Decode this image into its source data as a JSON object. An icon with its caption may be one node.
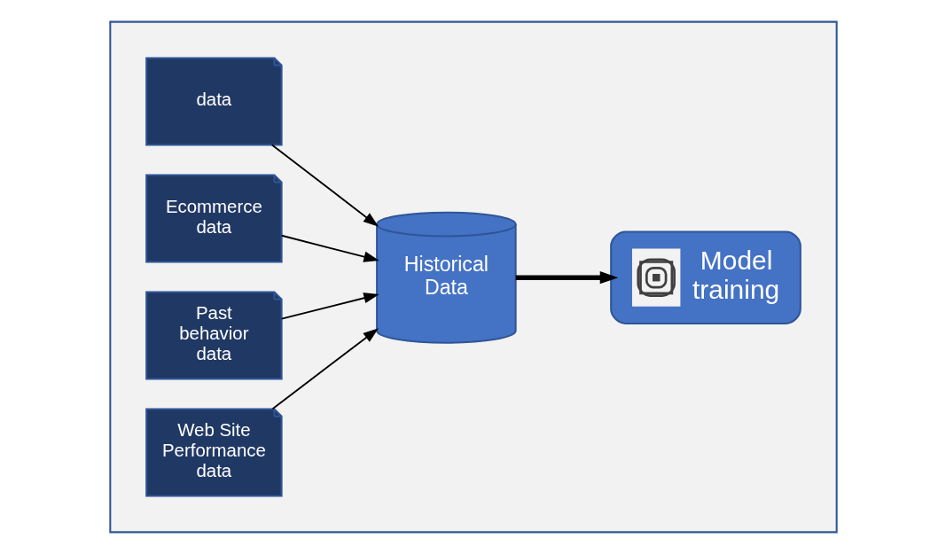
{
  "diagram": {
    "nodes": [
      {
        "text": [],
        "shape": "box"
      },
      {
        "text": [
          "data"
        ],
        "in": 0
      },
      {
        "text": [
          "Ecommerce data"
        ],
        "in": 0
      },
      {
        "text": [
          "Past behavior data"
        ],
        "in": 0
      },
      {
        "text": [
          "Web Site Performance data"
        ],
        "in": 0
      },
      {
        "text": [
          "Historical Data"
        ],
        "in": 0
      },
      {
        "text": [
          "Model training"
        ],
        "in": 0
      }
    ],
    "edges": [
      {
        "from": 1,
        "to": 5,
        "arrow": "to"
      },
      {
        "from": 2,
        "to": 5,
        "arrow": "to"
      },
      {
        "from": 3,
        "to": 5,
        "arrow": "to"
      },
      {
        "from": 4,
        "to": 5,
        "arrow": "to"
      },
      {
        "from": 5,
        "to": 6,
        "arrow": "to",
        "style": "thick"
      }
    ]
  }
}
